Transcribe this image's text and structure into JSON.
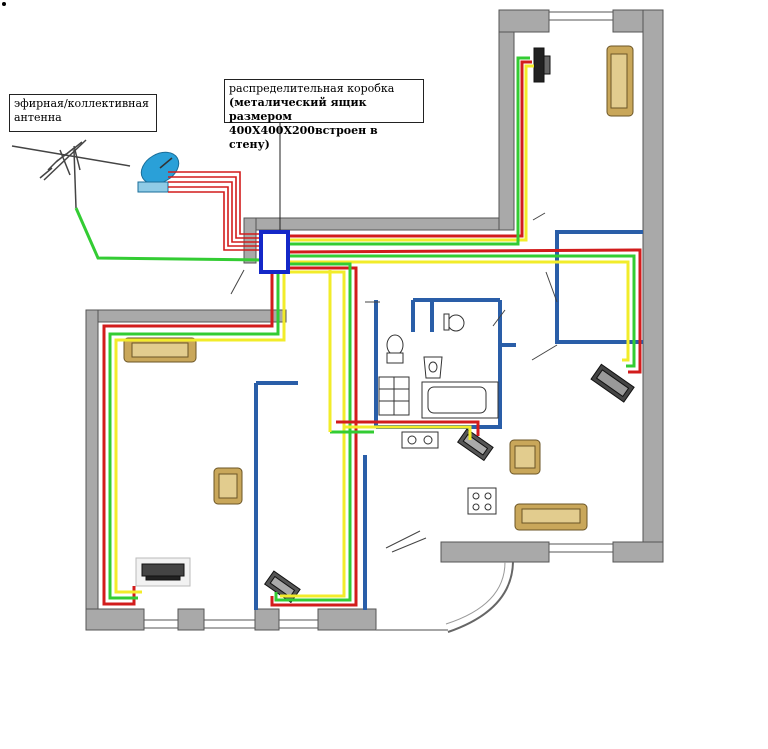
{
  "labels": {
    "antenna": "эфирная/коллективная антенна",
    "box_line1": "распределительная коробка",
    "box_line2": "(металический ящик размером",
    "box_line3": "400Х400Х200встроен в стену)"
  },
  "colors": {
    "wall": "#a9a9a9",
    "wall_edge": "#555555",
    "partition": "#2a5ea8",
    "cable_red": "#d21c1c",
    "cable_yellow": "#f2ec2a",
    "cable_green": "#33cc33",
    "box_frame": "#1428c8",
    "dish": "#2aa0d8",
    "furniture": "#c9a75a"
  },
  "icons": [
    "satellite-dish-icon",
    "tv-antenna-icon",
    "tv-icon",
    "sofa-icon",
    "armchair-icon",
    "toilet-icon",
    "sink-icon",
    "bathtub-icon",
    "stove-icon"
  ]
}
